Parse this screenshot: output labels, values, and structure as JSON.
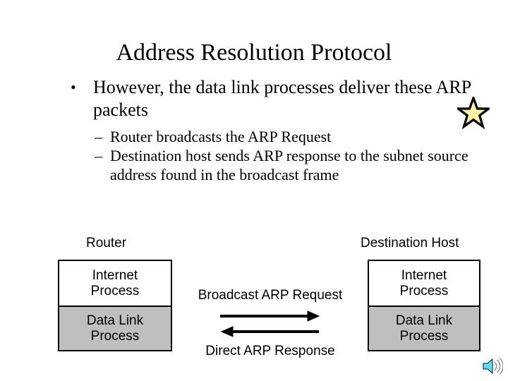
{
  "slide": {
    "title": "Address Resolution Protocol",
    "bullets": [
      {
        "marker": "•",
        "text": "However, the data link processes deliver these ARP packets",
        "sub_bullets": [
          {
            "marker": "–",
            "text": "Router broadcasts the ARP Request"
          },
          {
            "marker": "–",
            "text": "Destination host sends ARP response to the subnet source address found in the broadcast frame"
          }
        ]
      }
    ],
    "decorations": {
      "star_icon": "star-icon",
      "star_fill": "#FAF5A0",
      "star_outline": "#000000",
      "sound_icon": "speaker-icon",
      "sound_color": "#5FE0E8"
    }
  },
  "diagram": {
    "nodes": [
      {
        "caption": "Router",
        "layers": [
          {
            "line1": "Internet",
            "line2": "Process",
            "fill": "#FFFFFF"
          },
          {
            "line1": "Data Link",
            "line2": "Process",
            "fill": "#BFBFBF"
          }
        ]
      },
      {
        "caption": "Destination Host",
        "layers": [
          {
            "line1": "Internet",
            "line2": "Process",
            "fill": "#FFFFFF"
          },
          {
            "line1": "Data Link",
            "line2": "Process",
            "fill": "#BFBFBF"
          }
        ]
      }
    ],
    "flows": [
      {
        "label": "Broadcast ARP Request",
        "direction": "right"
      },
      {
        "label": "Direct ARP Response",
        "direction": "left"
      }
    ]
  }
}
